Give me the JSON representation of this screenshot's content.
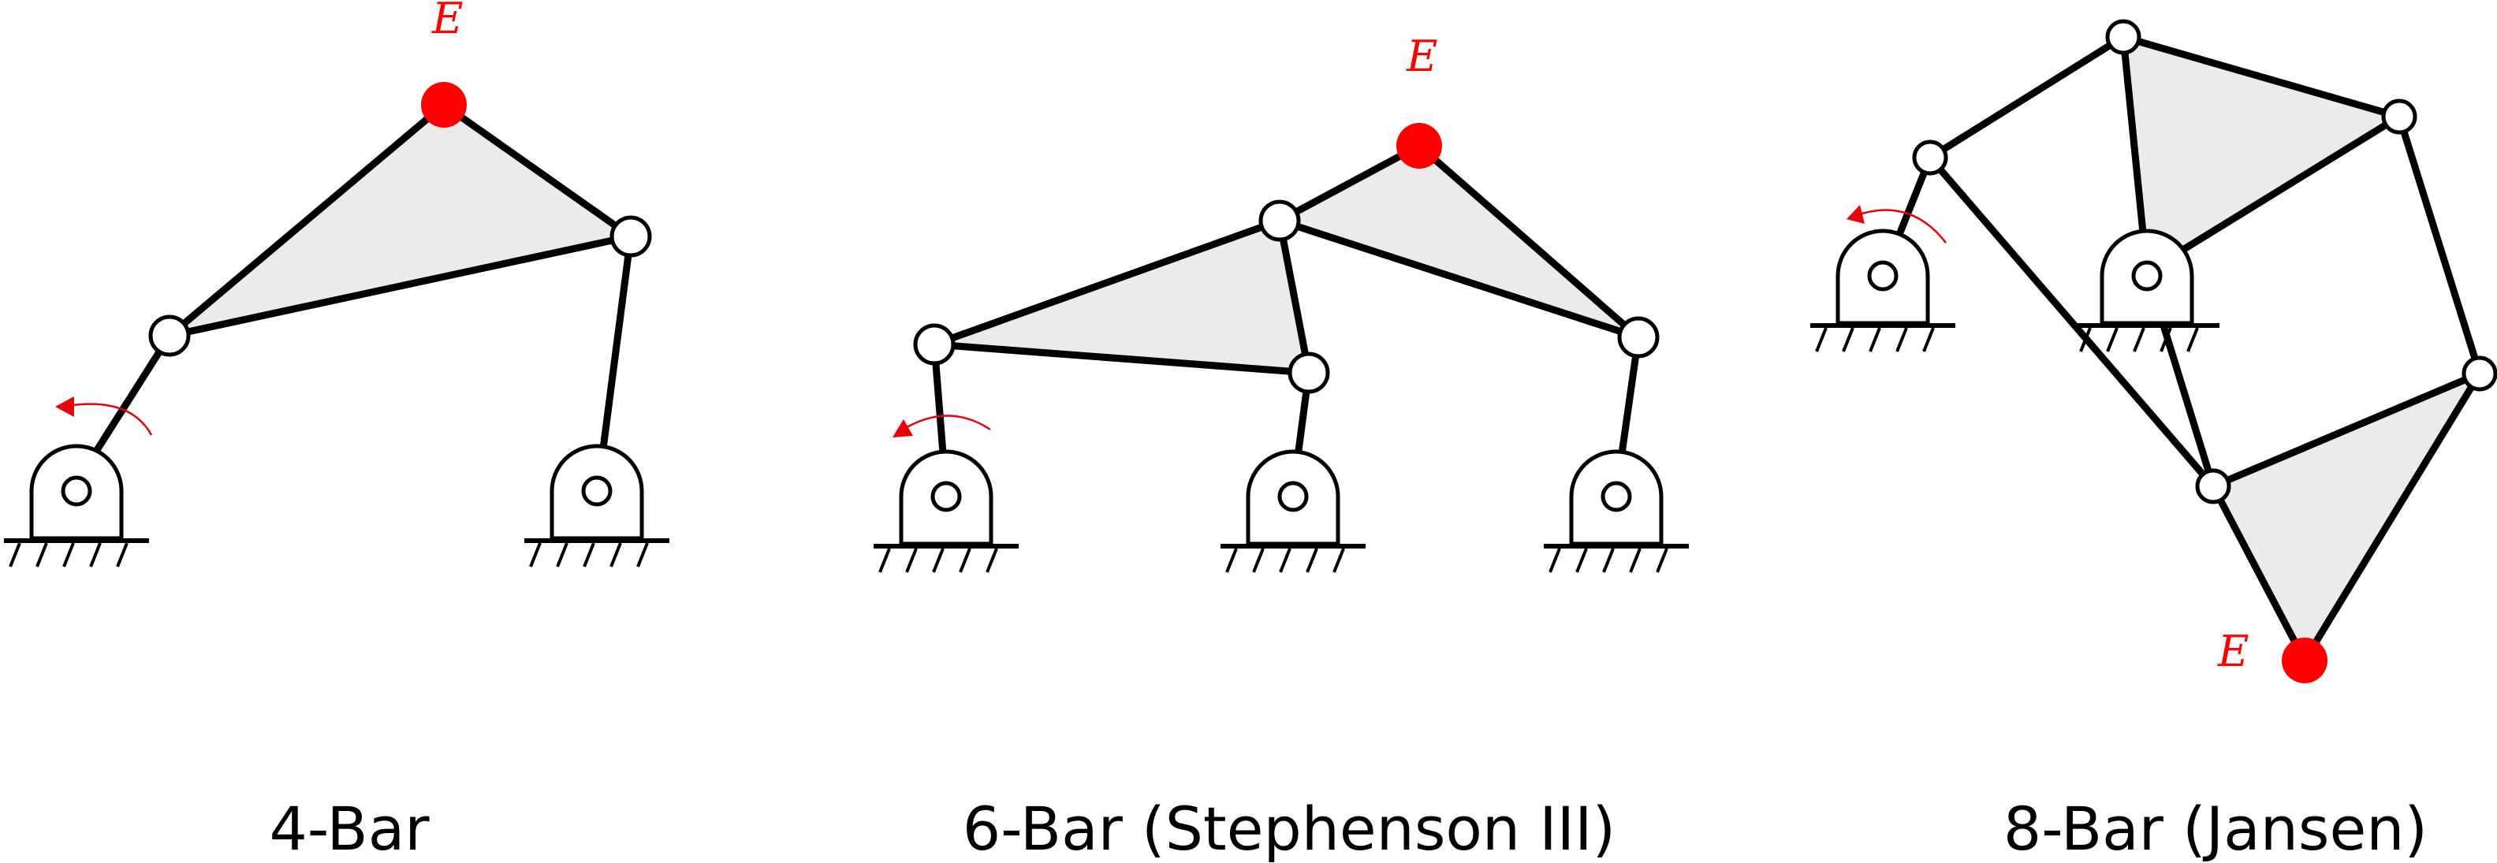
{
  "colors": {
    "link": "#000000",
    "coupler_fill": "#ebebeb",
    "end_effector": "#ff0000",
    "drive_arrow": "#e8000b",
    "background": "#ffffff"
  },
  "mechanisms": [
    {
      "name": "4-bar",
      "caption": "4-Bar",
      "end_effector_label": "E",
      "has_drive_arrow": true
    },
    {
      "name": "6-bar-stephenson-iii",
      "caption": "6-Bar (Stephenson III)",
      "end_effector_label": "E",
      "has_drive_arrow": true
    },
    {
      "name": "8-bar-jansen",
      "caption": "8-Bar (Jansen)",
      "end_effector_label": "E",
      "has_drive_arrow": true
    }
  ]
}
